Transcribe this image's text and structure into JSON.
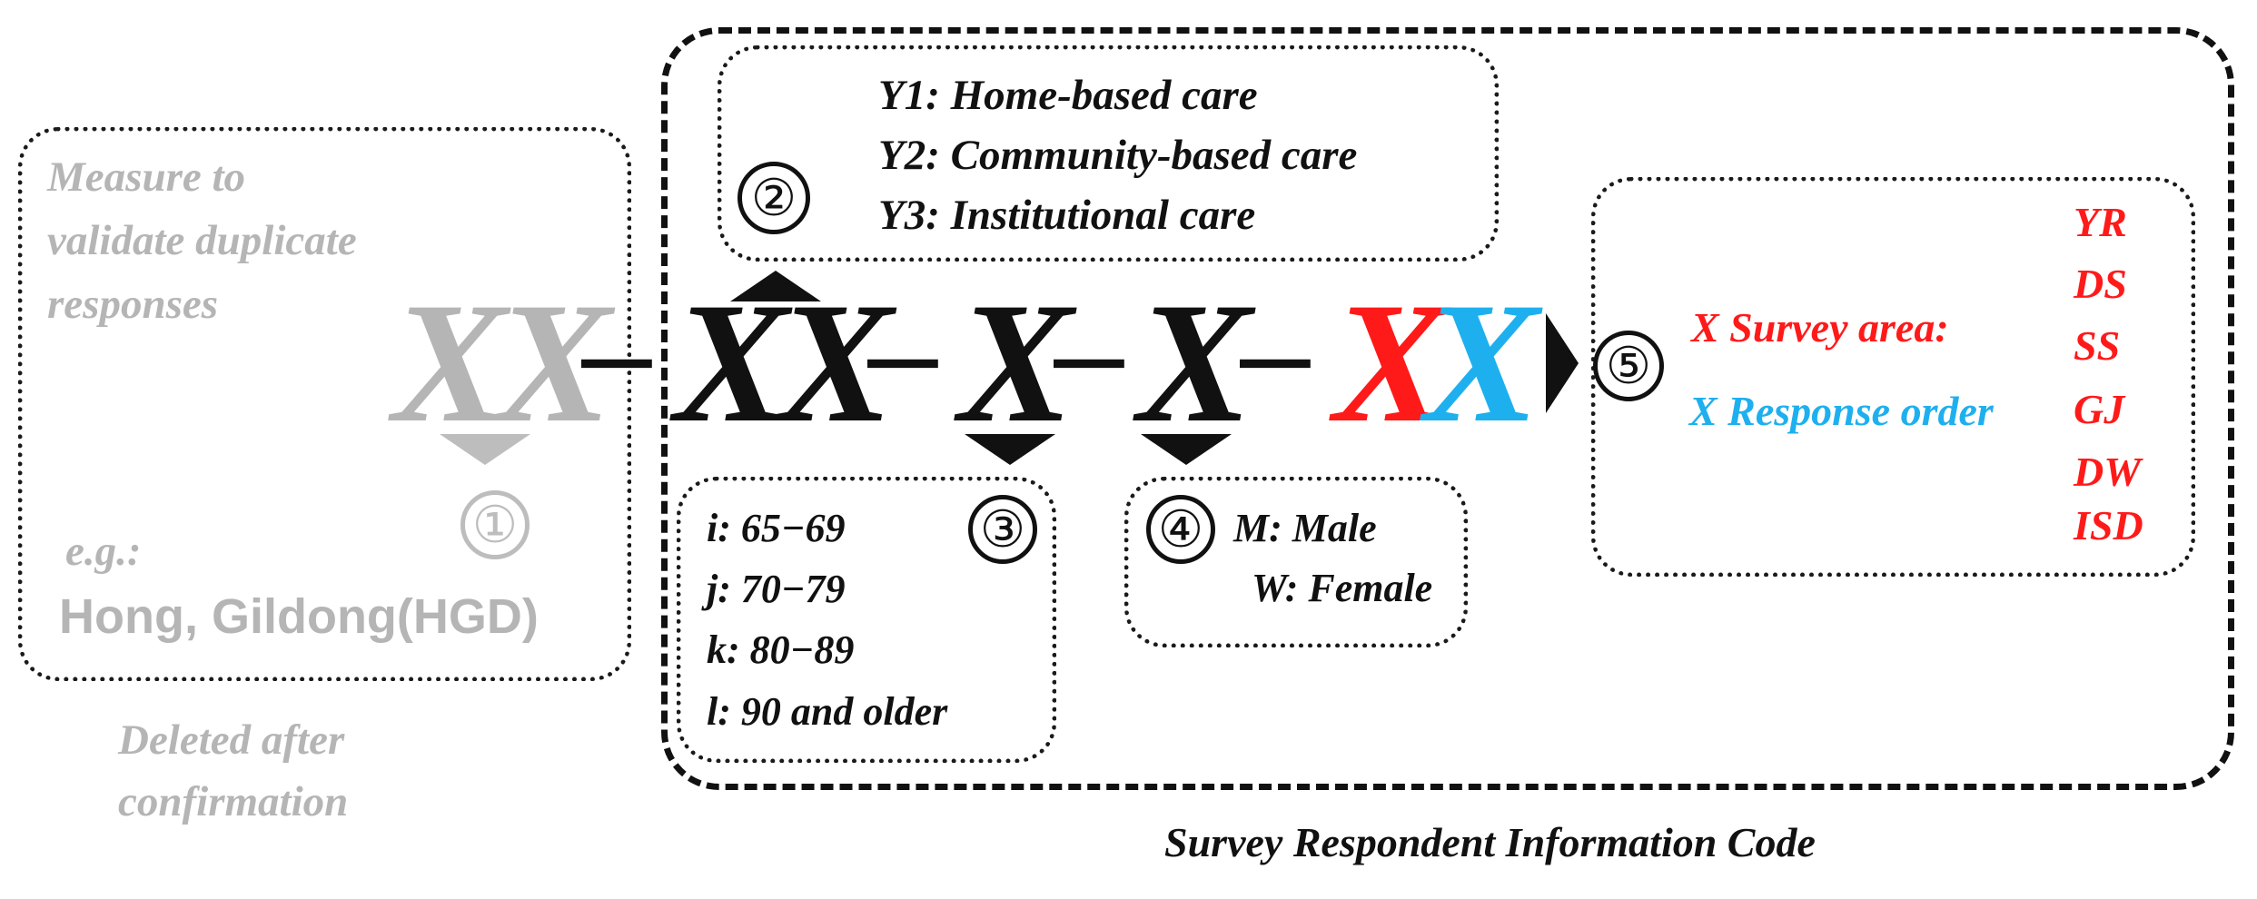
{
  "diagram": {
    "title": "Survey Respondent Information Code",
    "code_parts": {
      "part1": "XX",
      "part2": "XX",
      "part3": "X",
      "part4": "X",
      "part5_red": "X",
      "part5_blue": "X",
      "separator": "–"
    },
    "badges": [
      "①",
      "②",
      "③",
      "④",
      "⑤"
    ],
    "step1": {
      "heading_lines": [
        "Measure to",
        "validate duplicate",
        "responses"
      ],
      "example_lines": [
        "e.g.:",
        "Hong, Gildong(HGD)"
      ],
      "note_lines": [
        "Deleted after",
        "confirmation"
      ]
    },
    "step2": {
      "items": [
        "Y1: Home-based care",
        "Y2: Community-based care",
        "Y3: Institutional care"
      ]
    },
    "step3": {
      "items": [
        "i: 65−69",
        "j: 70−79",
        "k: 80−89",
        "l: 90 and older"
      ]
    },
    "step4": {
      "items": [
        "M: Male",
        "W: Female"
      ]
    },
    "step5": {
      "survey_area_label": "X Survey area:",
      "response_order_label": "X Response order",
      "areas": [
        "YR",
        "DS",
        "SS",
        "GJ",
        "DW",
        "ISD"
      ]
    },
    "colors": {
      "gray": "#b5b5b5",
      "black": "#111111",
      "red": "#ff1a1a",
      "blue": "#1eb0ee"
    }
  }
}
